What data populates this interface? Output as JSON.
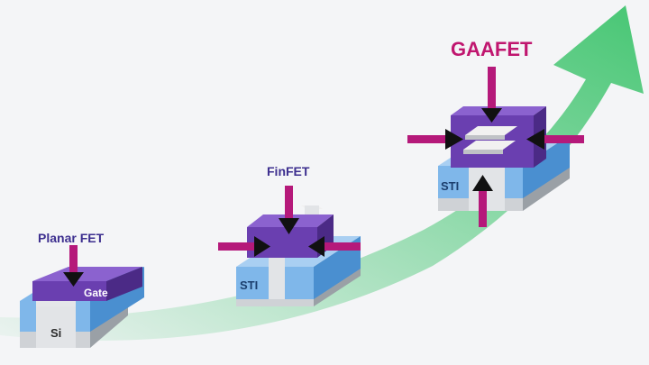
{
  "diagram": {
    "labels": {
      "planar": "Planar FET",
      "gate": "Gate",
      "si": "Si",
      "finfet": "FinFET",
      "sti_finfet": "STI",
      "gaafet": "GAAFET",
      "sti_gaafet": "STI"
    },
    "colors": {
      "background": "#f4f5f7",
      "gate_purple": "#6a3fb0",
      "gate_purple_dark": "#4b2a86",
      "oxide_blue": "#7fb7ea",
      "oxide_blue_dark": "#4a8fd0",
      "substrate_gray": "#cfd2d6",
      "substrate_gray_dark": "#9aa0a6",
      "field_arrow": "#b5197a",
      "field_arrow_head": "#111111",
      "trend_green": "#3ec46d",
      "label_purple": "#3d2f8f",
      "gaafet_label": "#c0166f"
    },
    "icons": [
      "planar-fet-device",
      "finfet-device",
      "gaafet-device",
      "trend-arrow",
      "gate-field-arrow"
    ]
  }
}
